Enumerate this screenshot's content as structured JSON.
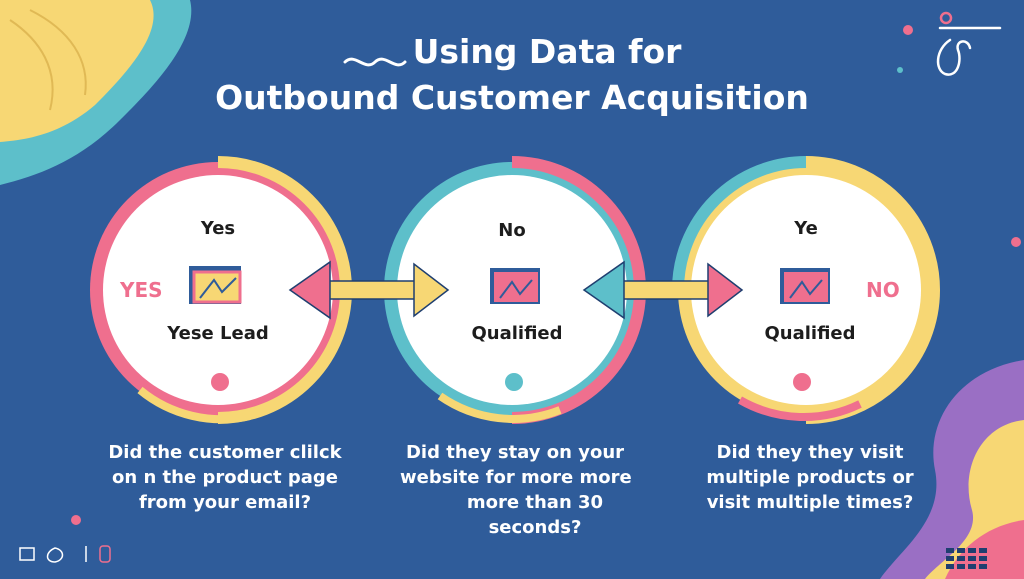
{
  "title": {
    "line1": "Using Data for",
    "line2": "Outbound Customer Acquisition"
  },
  "circles": [
    {
      "top_label": "Yes",
      "bottom_label": "Yese Lead",
      "side_label": "YES"
    },
    {
      "top_label": "No",
      "bottom_label": "Qualified"
    },
    {
      "top_label": "Ye",
      "bottom_label": "Qualified",
      "side_label": "NO"
    }
  ],
  "questions": [
    {
      "lines": [
        "Did the customer clilck",
        "on n the product page",
        "from your email?"
      ]
    },
    {
      "lines": [
        "Did they stay on your",
        "website for more more",
        "more than 30",
        "seconds?"
      ]
    },
    {
      "lines": [
        "Did they they visit",
        "multiple products or",
        "visit multiple times?"
      ]
    }
  ],
  "colors": {
    "background": "#2f5c9a",
    "pink": "#ef6f8e",
    "yellow": "#f7d774",
    "teal": "#5dbfca",
    "purple": "#9a6fc4"
  }
}
